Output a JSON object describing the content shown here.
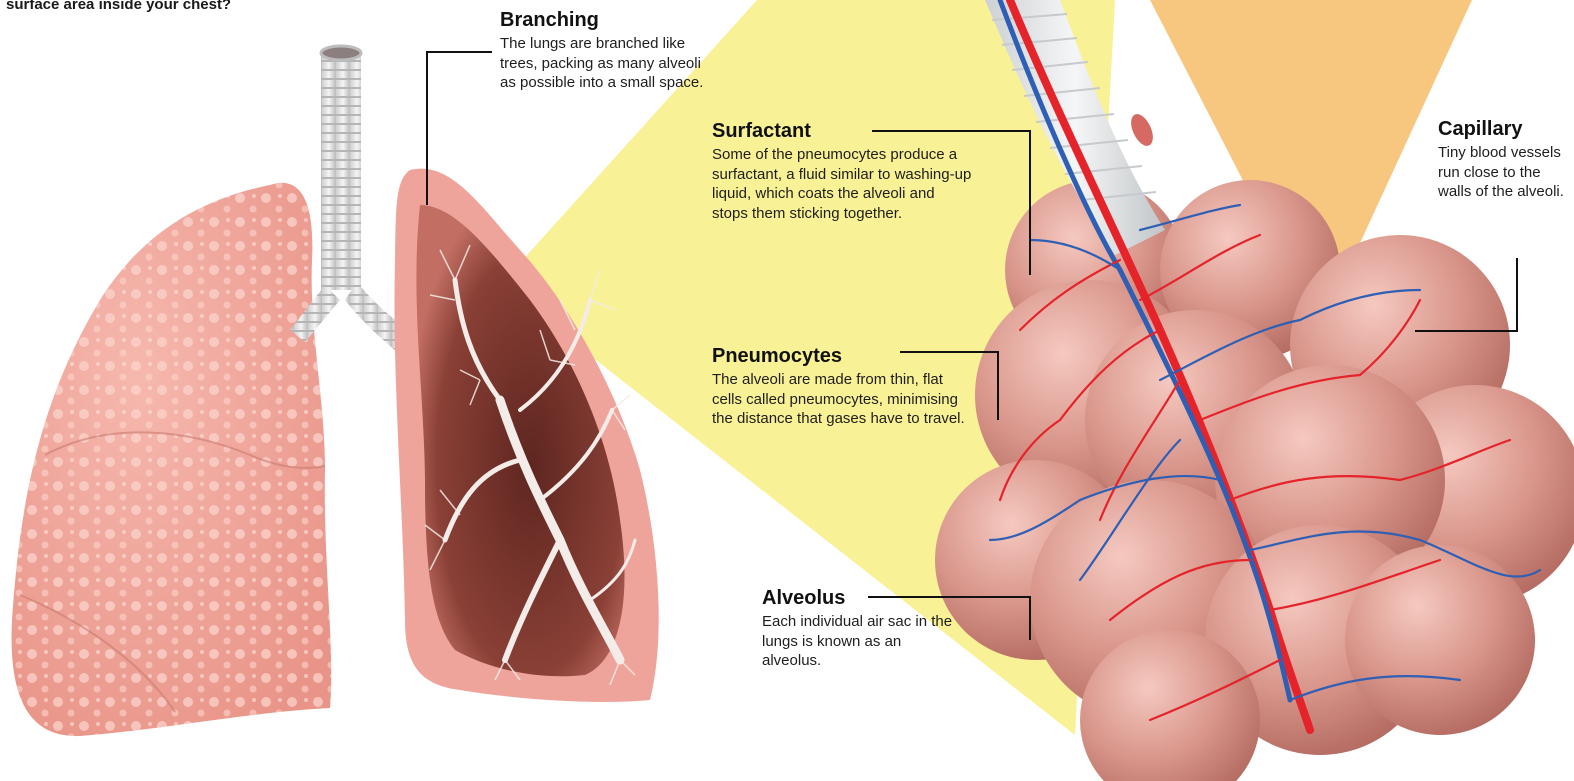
{
  "intro": {
    "text_line": "surface area inside your chest?"
  },
  "callouts": {
    "branching": {
      "title": "Branching",
      "body": "The lungs are branched like trees, packing as many alveoli as possible into a small space."
    },
    "surfactant": {
      "title": "Surfactant",
      "body": "Some of the pneumocytes produce a surfactant, a fluid similar to washing-up liquid, which coats the alveoli and stops them sticking together."
    },
    "pneumocytes": {
      "title": "Pneumocytes",
      "body": "The alveoli are made from thin, flat cells called pneumocytes, minimising the distance that gases have to travel."
    },
    "alveolus": {
      "title": "Alveolus",
      "body": "Each individual air sac in the lungs is known as an alveolus."
    },
    "capillary": {
      "title": "Capillary",
      "body": "Tiny blood vessels run close to the walls of the alveoli."
    }
  },
  "colors": {
    "zoom_beam_yellow": "#f8f08a",
    "zoom_beam_orange": "#f6bd6a",
    "lung_pink": "#efa49b",
    "lung_section_dark": "#7a3a30",
    "alveolus_pink": "#d08a80",
    "artery_red": "#e5232a",
    "vein_blue": "#2f5fb4",
    "leader_line": "#111111"
  }
}
